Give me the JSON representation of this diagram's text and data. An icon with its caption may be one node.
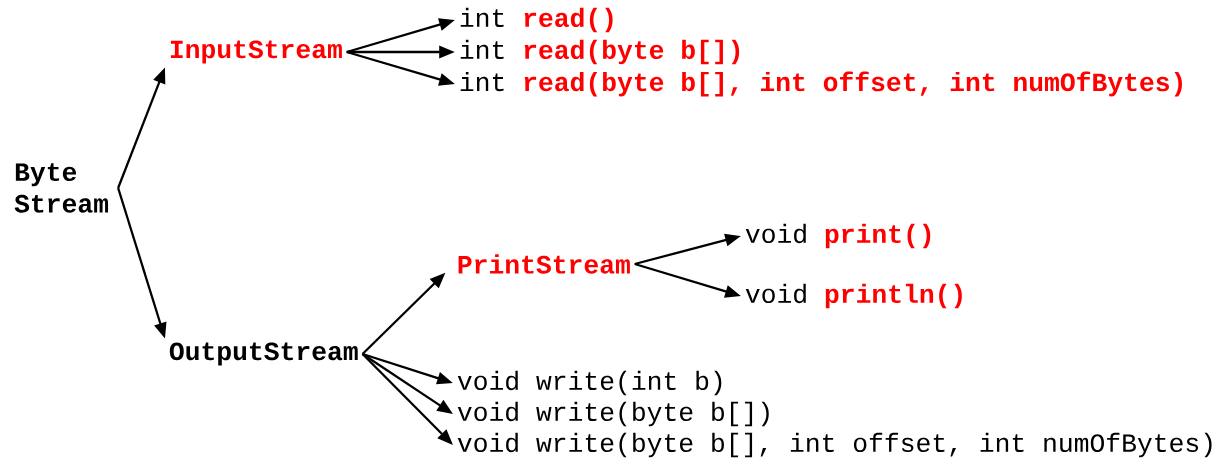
{
  "diagram": {
    "nodes": [
      {
        "text": [
          "Byte Stream"
        ]
      },
      {
        "text": [
          "InputStream"
        ]
      },
      {
        "text": [
          "int **read()**"
        ]
      },
      {
        "text": [
          "int **read(byte b[])**"
        ]
      },
      {
        "text": [
          "int **read(byte b[], int offset, int numOfBytes)**"
        ]
      },
      {
        "text": [
          "OutputStream"
        ]
      },
      {
        "text": [
          "PrintStream"
        ]
      },
      {
        "text": [
          "void **print()**"
        ]
      },
      {
        "text": [
          "void **println()**"
        ]
      },
      {
        "text": [
          "void write(int b)"
        ]
      },
      {
        "text": [
          "void write(byte b[])"
        ]
      },
      {
        "text": [
          "void write(byte b[], int offset, int numOfBytes)"
        ]
      }
    ],
    "edges": [
      {
        "from": 0,
        "to": 1,
        "arrow": "to"
      },
      {
        "from": 0,
        "to": 5,
        "arrow": "to"
      },
      {
        "from": 1,
        "to": 2,
        "arrow": "to"
      },
      {
        "from": 1,
        "to": 3,
        "arrow": "to"
      },
      {
        "from": 1,
        "to": 4,
        "arrow": "to"
      },
      {
        "from": 5,
        "to": 6,
        "arrow": "to"
      },
      {
        "from": 6,
        "to": 7,
        "arrow": "to"
      },
      {
        "from": 6,
        "to": 8,
        "arrow": "to"
      },
      {
        "from": 5,
        "to": 9,
        "arrow": "to"
      },
      {
        "from": 5,
        "to": 10,
        "arrow": "to"
      },
      {
        "from": 5,
        "to": 11,
        "arrow": "to"
      }
    ]
  }
}
